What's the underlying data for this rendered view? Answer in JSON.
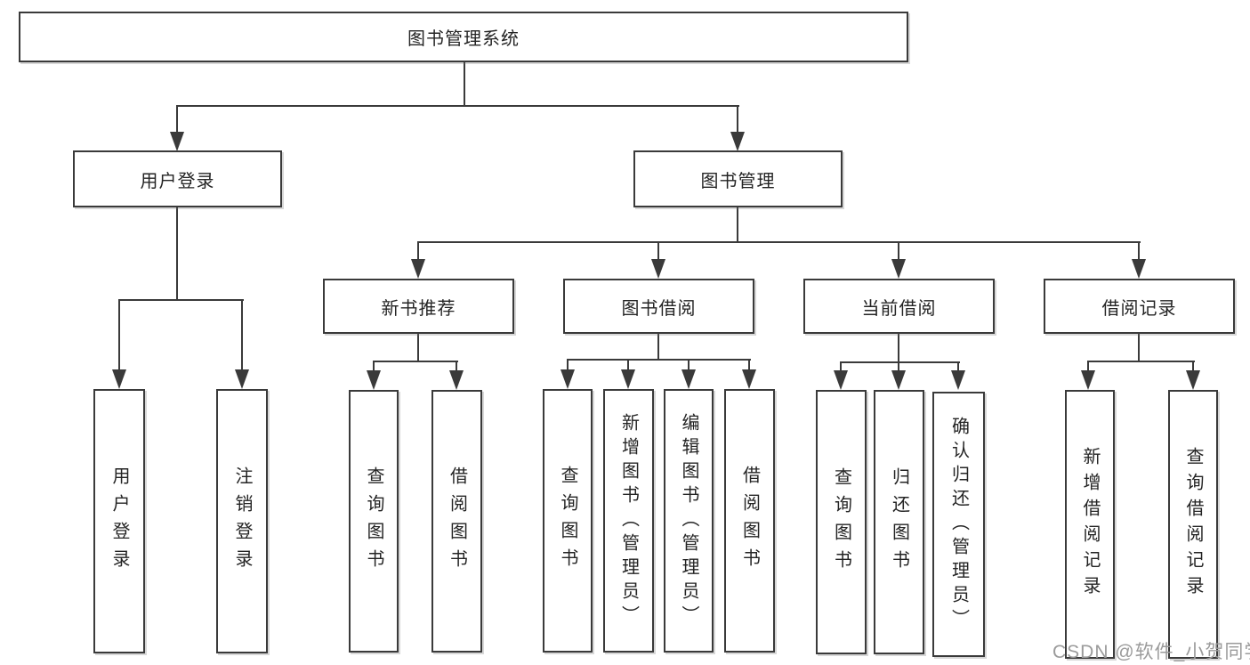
{
  "diagram": {
    "root": {
      "label": "图书管理系统"
    },
    "branches": [
      {
        "label": "用户登录",
        "children": [
          {
            "label": "用户登录"
          },
          {
            "label": "注销登录"
          }
        ]
      },
      {
        "label": "图书管理",
        "children": [
          {
            "label": "新书推荐",
            "children": [
              {
                "label": "查询图书"
              },
              {
                "label": "借阅图书"
              }
            ]
          },
          {
            "label": "图书借阅",
            "children": [
              {
                "label": "查询图书"
              },
              {
                "label": "新增图书（管理员）"
              },
              {
                "label": "编辑图书（管理员）"
              },
              {
                "label": "借阅图书"
              }
            ]
          },
          {
            "label": "当前借阅",
            "children": [
              {
                "label": "查询图书"
              },
              {
                "label": "归还图书"
              },
              {
                "label": "确认归还（管理员）"
              }
            ]
          },
          {
            "label": "借阅记录",
            "children": [
              {
                "label": "新增借阅记录"
              },
              {
                "label": "查询借阅记录"
              }
            ]
          }
        ]
      }
    ]
  },
  "watermark": {
    "text": "CSDN @软件_小贺同学"
  },
  "colors": {
    "line": "#3a3a3a",
    "box_border": "#3a3a3a",
    "box_fill": "#ffffff",
    "text": "#242424",
    "watermark": "#9b9b9b",
    "background": "#ffffff"
  }
}
